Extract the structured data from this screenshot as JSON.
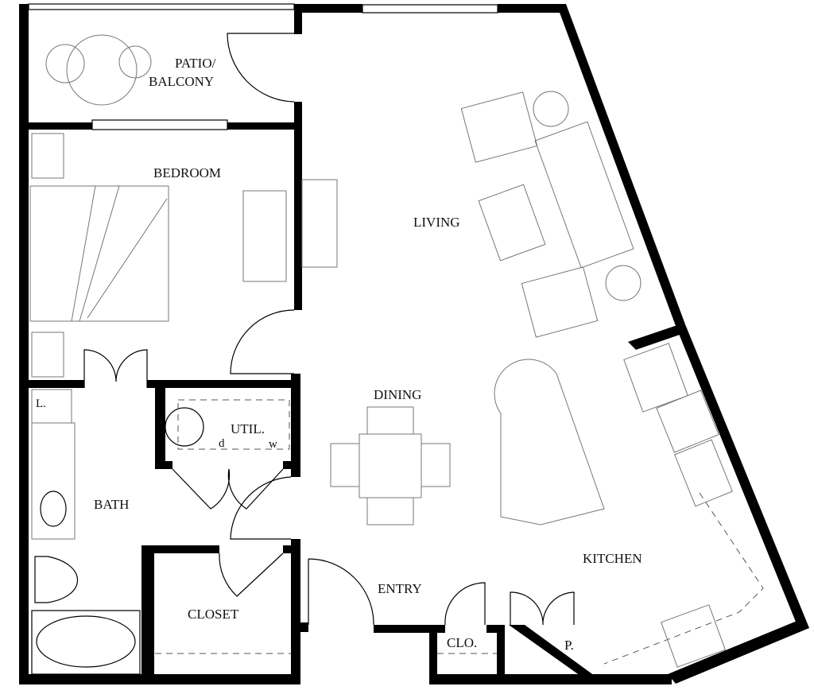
{
  "plan": {
    "rooms": {
      "patio_line1": "PATIO/",
      "patio_line2": "BALCONY",
      "bedroom": "BEDROOM",
      "living": "LIVING",
      "dining": "DINING",
      "util": "UTIL.",
      "dryer": "d",
      "washer": "w",
      "linen": "L.",
      "bath": "BATH",
      "closet": "CLOSET",
      "entry": "ENTRY",
      "clo": "CLO.",
      "pantry": "P.",
      "kitchen": "KITCHEN"
    }
  }
}
